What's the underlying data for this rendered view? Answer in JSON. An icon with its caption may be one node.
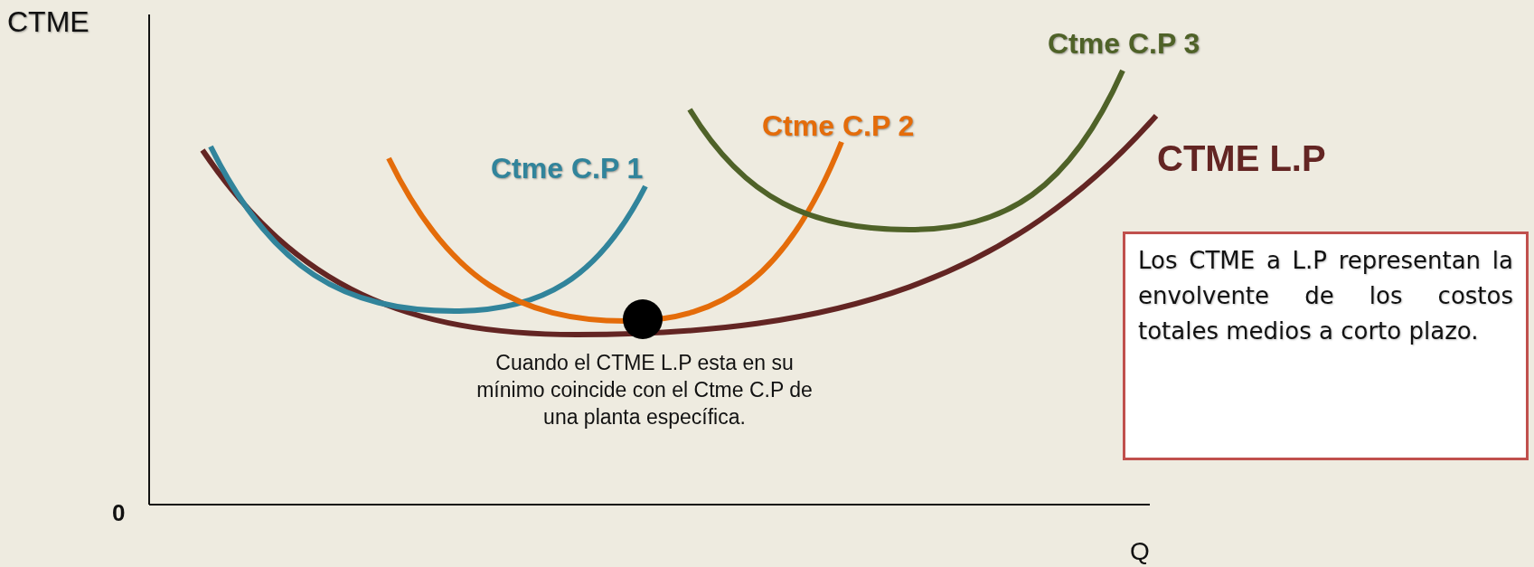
{
  "diagram": {
    "nodes": [
      {
        "text": [
          "Los CTME a L.P representan la envolvente de los costos totales medios a corto plazo."
        ]
      }
    ],
    "labels": [
      "CTME",
      "Ctme C.P 3",
      "Ctme C.P 2",
      "CTME L.P",
      "Ctme C.P 1",
      "Cuando el CTME L.P  esta en su mínimo coincide con el Ctme C.P de una planta específica.",
      "0",
      "Q"
    ]
  }
}
